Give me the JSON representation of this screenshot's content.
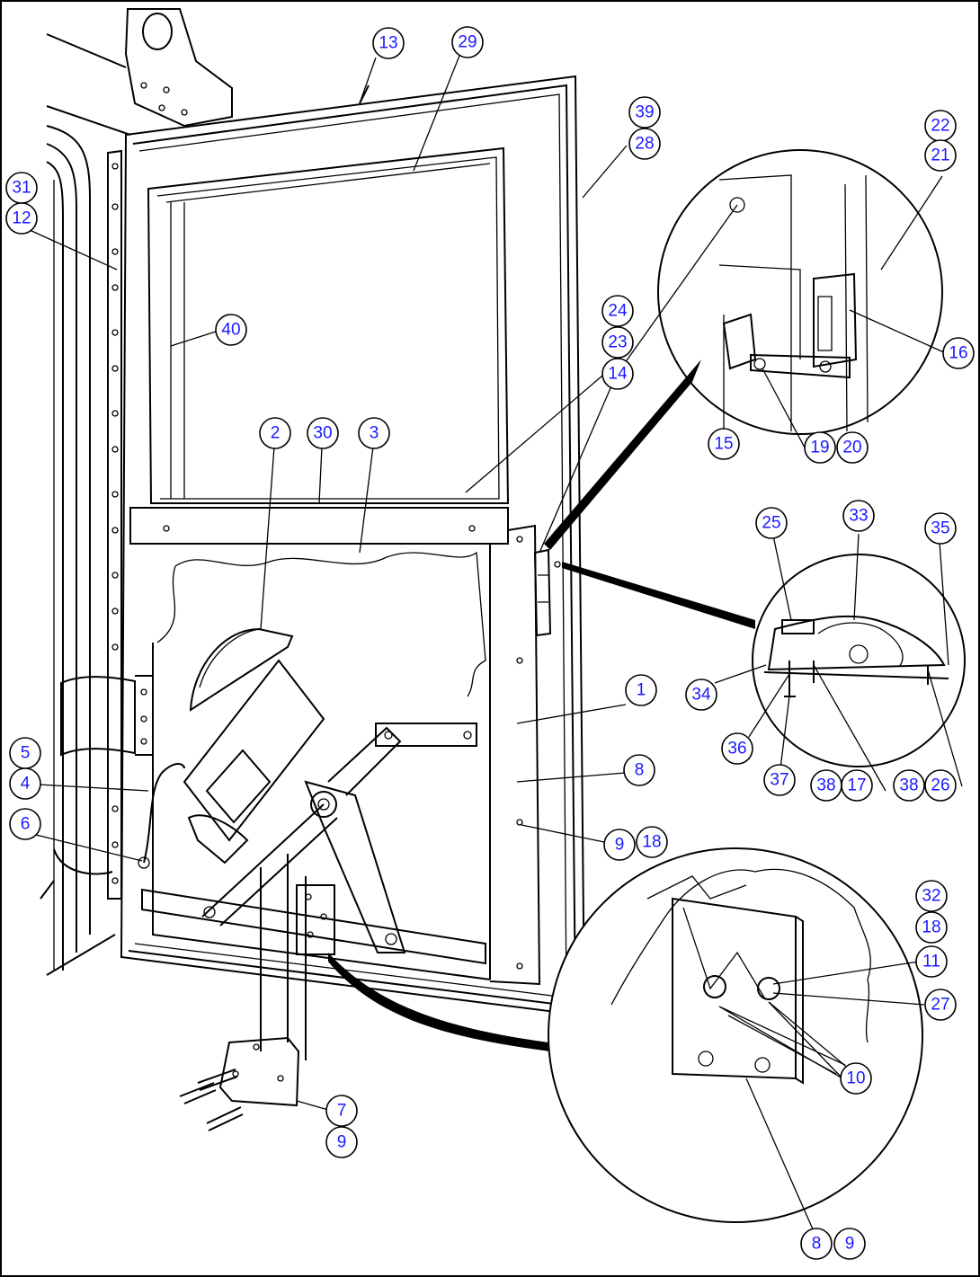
{
  "diagram": {
    "callouts": [
      {
        "id": "c13",
        "label": "13"
      },
      {
        "id": "c29",
        "label": "29"
      },
      {
        "id": "c39",
        "label": "39"
      },
      {
        "id": "c28",
        "label": "28"
      },
      {
        "id": "c22",
        "label": "22"
      },
      {
        "id": "c21",
        "label": "21"
      },
      {
        "id": "c31",
        "label": "31"
      },
      {
        "id": "c12",
        "label": "12"
      },
      {
        "id": "c40",
        "label": "40"
      },
      {
        "id": "c24",
        "label": "24"
      },
      {
        "id": "c23",
        "label": "23"
      },
      {
        "id": "c14",
        "label": "14"
      },
      {
        "id": "c16",
        "label": "16"
      },
      {
        "id": "c15",
        "label": "15"
      },
      {
        "id": "c19",
        "label": "19"
      },
      {
        "id": "c20",
        "label": "20"
      },
      {
        "id": "c2",
        "label": "2"
      },
      {
        "id": "c30",
        "label": "30"
      },
      {
        "id": "c3",
        "label": "3"
      },
      {
        "id": "c25",
        "label": "25"
      },
      {
        "id": "c33",
        "label": "33"
      },
      {
        "id": "c35",
        "label": "35"
      },
      {
        "id": "c1",
        "label": "1"
      },
      {
        "id": "c34",
        "label": "34"
      },
      {
        "id": "c5",
        "label": "5"
      },
      {
        "id": "c4",
        "label": "4"
      },
      {
        "id": "c8a",
        "label": "8"
      },
      {
        "id": "c36",
        "label": "36"
      },
      {
        "id": "c37",
        "label": "37"
      },
      {
        "id": "c38a",
        "label": "38"
      },
      {
        "id": "c17",
        "label": "17"
      },
      {
        "id": "c38b",
        "label": "38"
      },
      {
        "id": "c26",
        "label": "26"
      },
      {
        "id": "c6",
        "label": "6"
      },
      {
        "id": "c9a",
        "label": "9"
      },
      {
        "id": "c18a",
        "label": "18"
      },
      {
        "id": "c32",
        "label": "32"
      },
      {
        "id": "c18b",
        "label": "18"
      },
      {
        "id": "c11",
        "label": "11"
      },
      {
        "id": "c27",
        "label": "27"
      },
      {
        "id": "c10",
        "label": "10"
      },
      {
        "id": "c7",
        "label": "7"
      },
      {
        "id": "c9b",
        "label": "9"
      },
      {
        "id": "c8b",
        "label": "8"
      },
      {
        "id": "c9c",
        "label": "9"
      }
    ]
  }
}
